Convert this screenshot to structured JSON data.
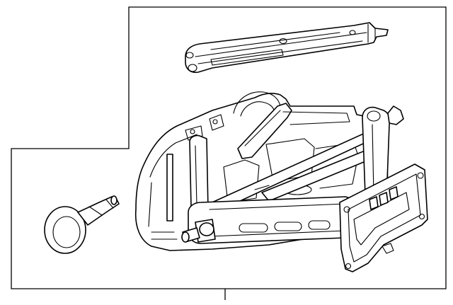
{
  "diagram": {
    "callouts": [],
    "parts": [
      {
        "id": "jack-handle-extension"
      },
      {
        "id": "jack-assembly-with-foam-holder"
      },
      {
        "id": "wheel-lug-wrench-eye"
      }
    ]
  }
}
